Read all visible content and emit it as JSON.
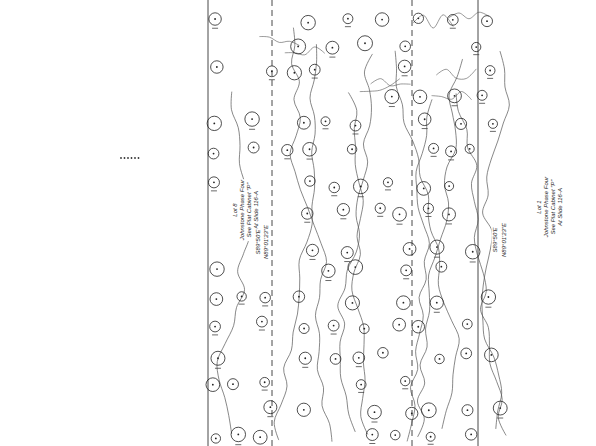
{
  "diagram": {
    "labels": [
      "Lot 8",
      "Johnstone Phase Four",
      "See Plat Cabinet \"P\"",
      "At Slide 116-A",
      "S89°50'E",
      "N89°01'23\"E",
      "S89°50'E",
      "N89°01'23\"E",
      "Lot 1",
      "Johnstone Phase Four",
      "See Plat Cabinet \"P\"",
      "At Slide 116-A"
    ]
  }
}
